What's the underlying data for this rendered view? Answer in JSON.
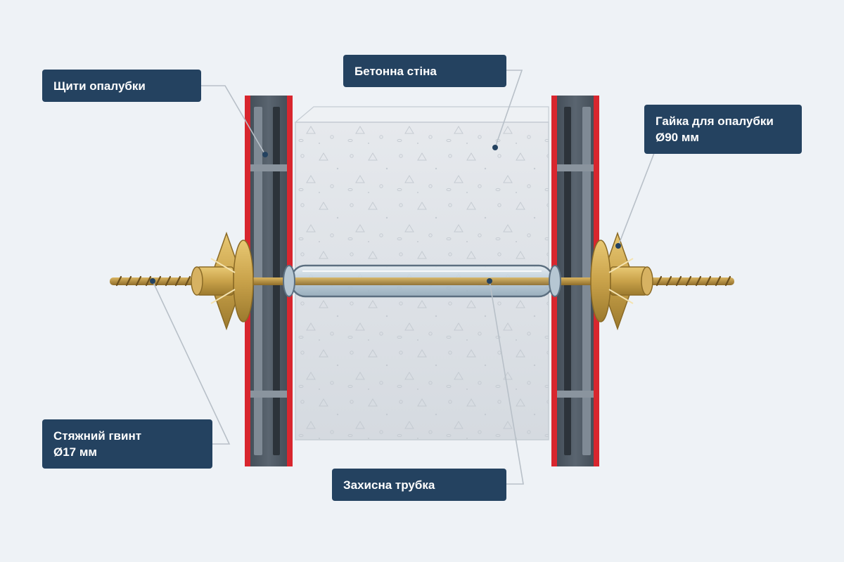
{
  "labels": {
    "formwork_panels": "Щити опалубки",
    "concrete_wall": "Бетонна стіна",
    "formwork_nut_line1": "Гайка для опалубки",
    "formwork_nut_line2": "Ø90 мм",
    "tie_rod_line1": "Стяжний гвинт",
    "tie_rod_line2": "Ø17 мм",
    "protective_tube": "Захисна трубка"
  },
  "colors": {
    "background": "#eef2f6",
    "callout": "#244260",
    "panel_edge": "#d8262e",
    "panel_body": "#4a5560",
    "concrete": "#dfe3e8",
    "brass": "#c9a24a",
    "tube": "#b7c9d6",
    "leader": "#b8c0c8"
  },
  "icons": [
    "wing-nut-icon",
    "threaded-rod-icon"
  ]
}
